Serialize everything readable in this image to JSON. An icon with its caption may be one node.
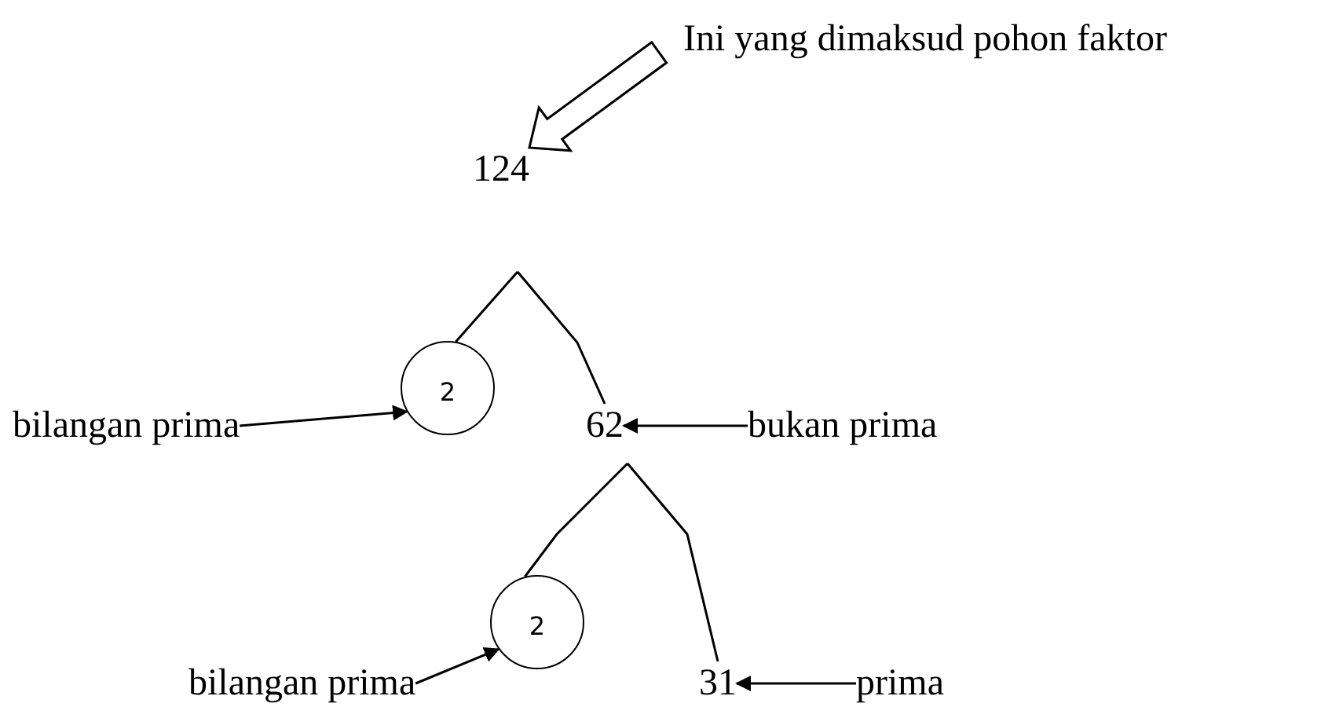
{
  "diagram": {
    "nodes": [
      {
        "text": [
          "Ini yang dimaksud pohon faktor"
        ]
      },
      {
        "text": [
          "124"
        ]
      },
      {
        "text": [
          "2"
        ]
      },
      {
        "text": [
          "62"
        ]
      },
      {
        "text": [
          "bilangan prima"
        ]
      },
      {
        "text": [
          "bukan prima"
        ]
      },
      {
        "text": [
          "2"
        ]
      },
      {
        "text": [
          "31"
        ]
      },
      {
        "text": [
          "bilangan prima"
        ]
      },
      {
        "text": [
          "prima"
        ]
      }
    ],
    "edges": [
      {
        "from": 0,
        "to": 1,
        "arrow": "to",
        "style": "thick"
      },
      {
        "from": 1,
        "to": 2,
        "arrow": "none"
      },
      {
        "from": 1,
        "to": 3,
        "arrow": "none"
      },
      {
        "from": 4,
        "to": 2,
        "arrow": "to"
      },
      {
        "from": 5,
        "to": 3,
        "arrow": "to"
      },
      {
        "from": 3,
        "to": 6,
        "arrow": "none"
      },
      {
        "from": 3,
        "to": 7,
        "arrow": "none"
      },
      {
        "from": 8,
        "to": 6,
        "arrow": "to"
      },
      {
        "from": 9,
        "to": 7,
        "arrow": "to"
      }
    ]
  }
}
